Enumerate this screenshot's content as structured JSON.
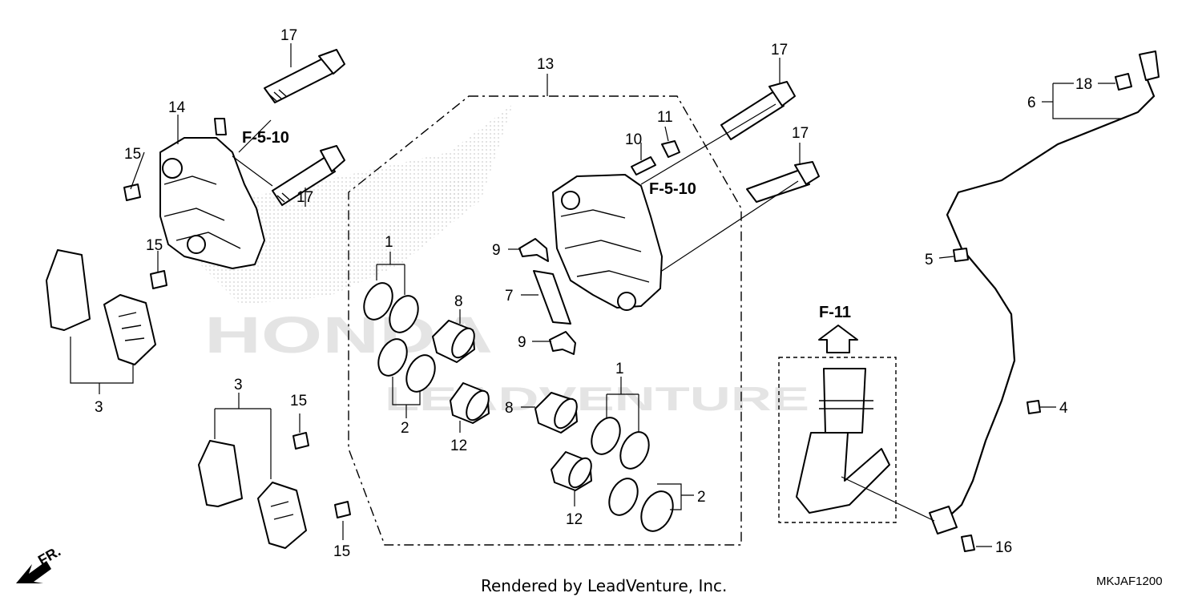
{
  "watermark": {
    "brand": "HONDA",
    "vendor": "LEADVENTURE"
  },
  "refs": {
    "caliper_left": "F-5-10",
    "caliper_right": "F-5-10",
    "fork_view": "F-11"
  },
  "callouts": {
    "c17a": "17",
    "c14": "14",
    "c15a": "15",
    "c17b": "17",
    "c15b": "15",
    "c3a": "3",
    "c3b": "3",
    "c15c": "15",
    "c15d": "15",
    "c13": "13",
    "c1a": "1",
    "c8a": "8",
    "c2a": "2",
    "c12a": "12",
    "c9a": "9",
    "c7": "7",
    "c9b": "9",
    "c10": "10",
    "c11": "11",
    "c17c": "17",
    "c17d": "17",
    "c1b": "1",
    "c8b": "8",
    "c12b": "12",
    "c2b": "2",
    "c18": "18",
    "c6": "6",
    "c5": "5",
    "c4": "4",
    "c16": "16"
  },
  "front_indicator": "FR.",
  "footer": {
    "rendered_by": "Rendered by LeadVenture, Inc.",
    "diagram_code": "MKJAF1200"
  }
}
